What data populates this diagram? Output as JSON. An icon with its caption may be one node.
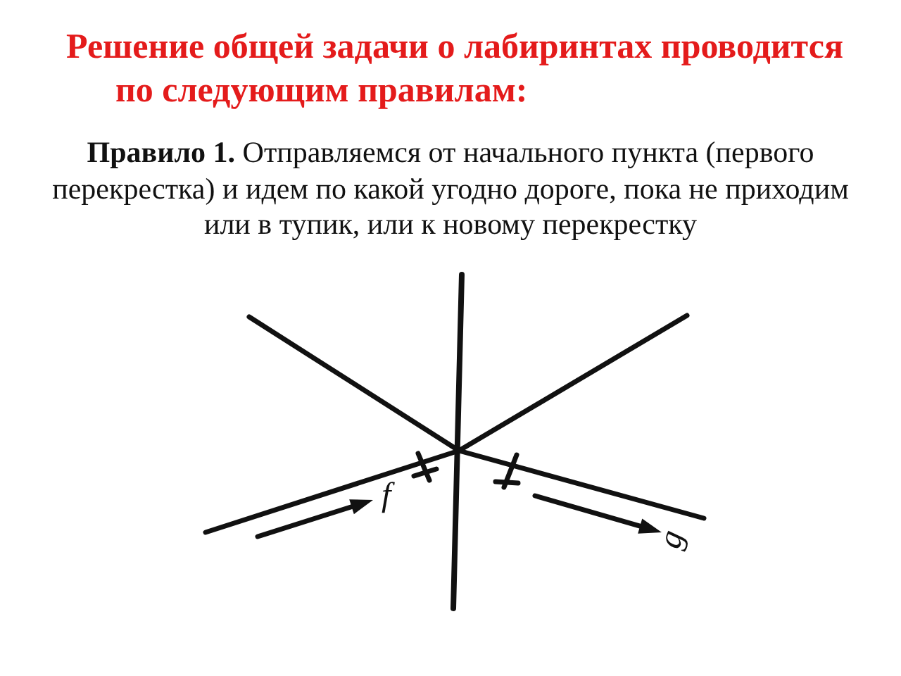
{
  "diagram": {
    "title": "Решение общей задачи о лабиринтах проводится по следующим правилам:",
    "labels": [
      "**Правило 1.** Отправляемся от начального пункта (первого перекрестка) и идем по какой угодно дороге, пока не приходим или в тупик, или к новому перекрестку",
      "f",
      "g"
    ]
  }
}
